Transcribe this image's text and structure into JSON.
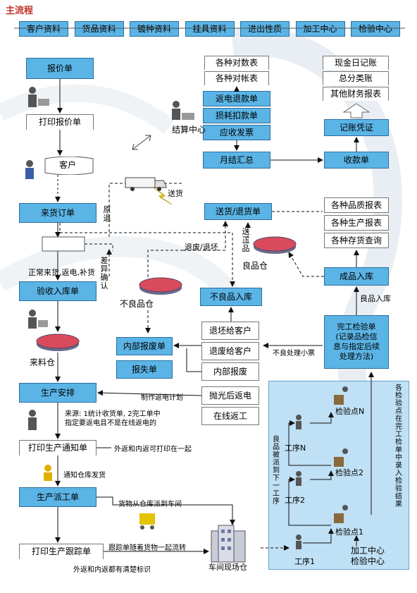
{
  "title": "主流程",
  "top_bar": [
    "客户资料",
    "货品资料",
    "镀种资料",
    "挂具资料",
    "进出性质",
    "加工中心",
    "检验中心"
  ],
  "nodes": {
    "quote": "报价单",
    "print_quote": "打印报价单",
    "customer": "客户",
    "order": "来货订单",
    "receive": "验收入库单",
    "material_store": "来料仓",
    "production_plan": "生产安排",
    "print_notice": "打印生产通知单",
    "dispatch": "生产派工单",
    "print_track": "打印生产跟踪单",
    "workshop_store": "车间现场仓",
    "settlement": "结算中心",
    "report1": "各种对数表",
    "report2": "各种对帐表",
    "refund": "返电退款单",
    "damage": "损耗扣款单",
    "invoice": "应收发票",
    "monthly": "月结汇总",
    "receipt": "收款单",
    "cash_journal": "现金日记账",
    "ledger": "总分类账",
    "fin_reports": "其他财务报表",
    "voucher": "记账凭证",
    "deliver": "送货/退货单",
    "good_store": "良品仓",
    "bad_store": "不良品仓",
    "bad_in": "不良品入库",
    "return_customer": "退坯给客户",
    "scrap_customer": "退废给客户",
    "internal_scrap": "内部报废",
    "internal_scrap_doc": "内部报废单",
    "loss_doc": "报失单",
    "polish_return": "抛光后返电",
    "online_return": "在线返工",
    "quality_report": "各种品质报表",
    "prod_report": "各种生产报表",
    "stock_query": "各种存货查询",
    "finished_in": "成品入库",
    "inspection": "完工检验单\n(记录品检信\n息与指定后续\n处理方法)",
    "process_n": "工序N",
    "process_2": "工序2",
    "process_1": "工序1",
    "check_n": "检验点N",
    "check_2": "检验点2",
    "check_1": "检验点1",
    "center_label": "加工中心\n检验中心"
  },
  "labels": {
    "deliver_goods": "送货",
    "original_return": "原退",
    "normal_goods": "正常来货,返电,补货",
    "diff_confirm": "差异确认",
    "return_label": "退废/退坯",
    "send_good": "送正品",
    "good_in": "良品入库",
    "bad_ticket": "不良处理小票",
    "make_plan": "制作返电计划",
    "source": "来源: 1统计收货单, 2完工单中",
    "source2": "指定要返电且不是在线返电的",
    "print_together": "外返和内返可打印在一起",
    "notify_store": "通知仓库发货",
    "goods_out": "货物从仓库派到车间",
    "track_flow": "跟踪单随着货物一起流转",
    "clear_mark": "外返和内返都有清楚标识",
    "dispatch_good": "良品被派到下一工序",
    "check_record": "各检验点在完工检单中录入检验结果"
  }
}
